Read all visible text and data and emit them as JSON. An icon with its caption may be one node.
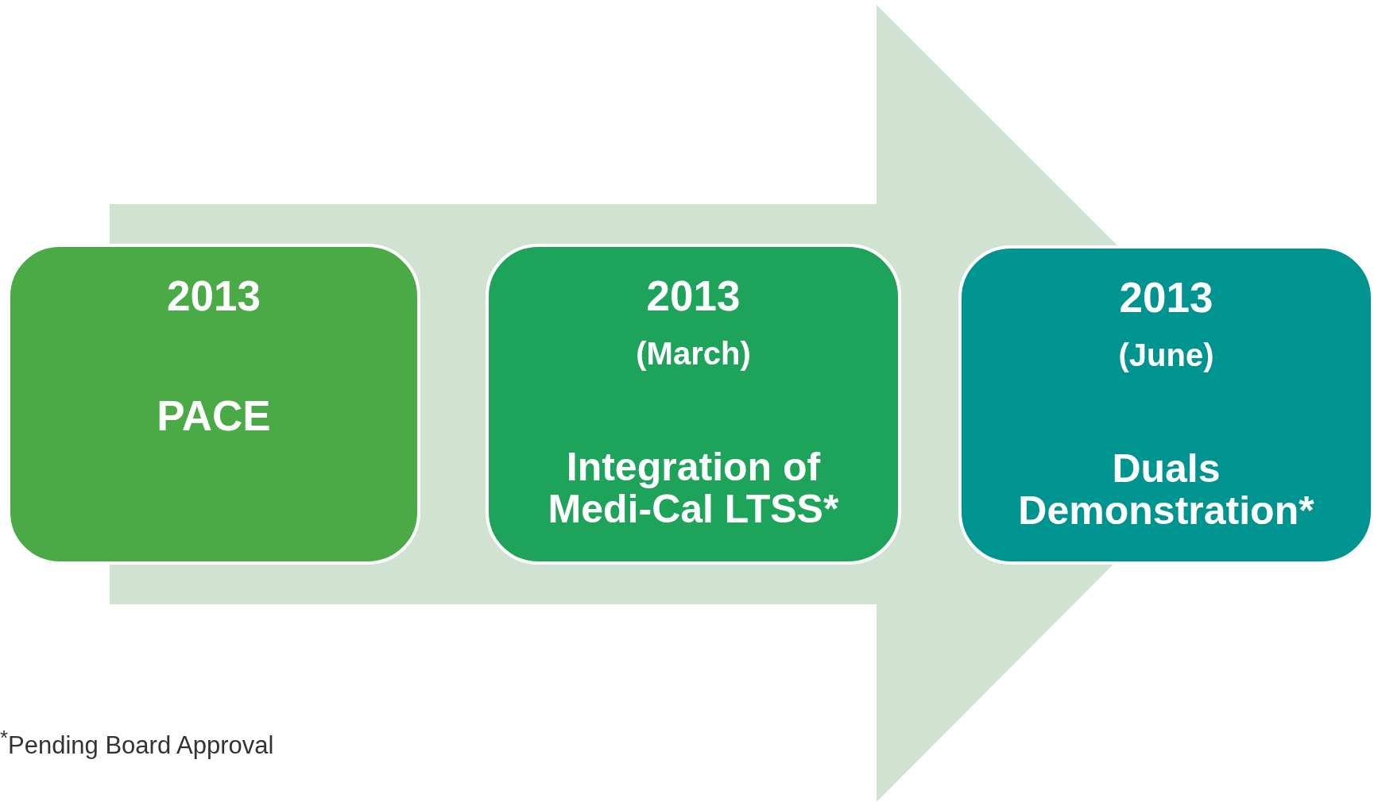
{
  "diagram": {
    "nodes": [
      {
        "text": [
          "2013",
          "PACE"
        ]
      },
      {
        "text": [
          "2013",
          "(March)",
          "Integration of Medi-Cal LTSS*"
        ]
      },
      {
        "text": [
          "2013",
          "(June)",
          "Duals Demonstration*"
        ]
      }
    ],
    "edges": [
      {
        "from": 0,
        "to": 2,
        "arrow": "to"
      }
    ],
    "labels": [
      "$^{*}$Pending Board Approval"
    ]
  }
}
